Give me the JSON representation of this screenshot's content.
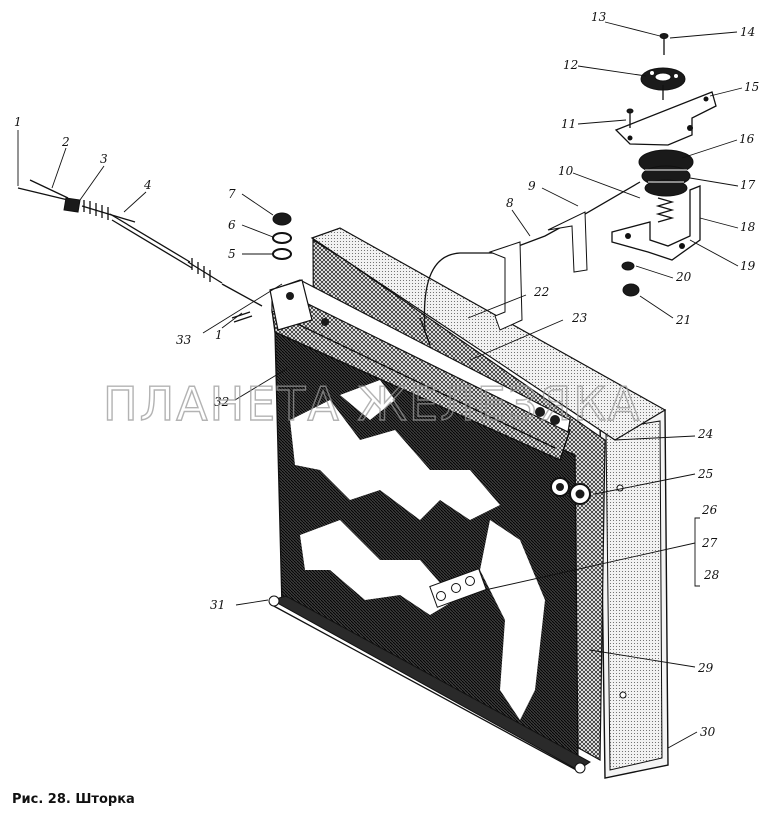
{
  "figure": {
    "caption": "Рис. 28. Шторка",
    "watermark": "ПЛАНЕТА ЖЕЛЕЗЯКА"
  },
  "callouts": [
    "1",
    "2",
    "3",
    "4",
    "5",
    "6",
    "7",
    "8",
    "9",
    "10",
    "11",
    "12",
    "13",
    "14",
    "15",
    "16",
    "17",
    "18",
    "19",
    "20",
    "21",
    "22",
    "23",
    "24",
    "25",
    "26",
    "27",
    "28",
    "29",
    "30",
    "31",
    "32",
    "33",
    "1"
  ]
}
